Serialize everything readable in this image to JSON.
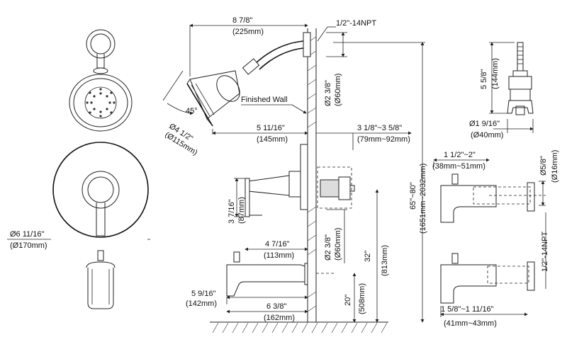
{
  "dimensions": {
    "shower_arm_reach": {
      "imperial": "8 7/8\"",
      "metric": "(225mm)"
    },
    "thread_top": "1/2\"-14NPT",
    "head_diameter": {
      "imperial": "Ø2 3/8\"",
      "metric": "(Ø60mm)"
    },
    "head_face": {
      "imperial": "Ø4 1/2\"",
      "metric": "(Ø115mm)"
    },
    "angle": "45°",
    "finished_wall": "Finished Wall",
    "handle_projection": {
      "imperial": "5 11/16\"",
      "metric": "(145mm)"
    },
    "wall_depth": {
      "imperial": "3 1/8\"~3 5/8\"",
      "metric": "(79mm~92mm)"
    },
    "cartridge_height": {
      "imperial": "5 5/8\"",
      "metric": "(144mm)"
    },
    "cartridge_diameter": {
      "imperial": "Ø1 9/16\"",
      "metric": "(Ø40mm)"
    },
    "spout_adjust": {
      "imperial": "1 1/2\"~2\"",
      "metric": "(38mm~51mm)"
    },
    "spout_pipe_dia": {
      "imperial": "Ø5/8\"",
      "metric": "(Ø16mm)"
    },
    "trim_diameter": {
      "imperial": "Ø6 11/16\"",
      "metric": "(Ø170mm)"
    },
    "handle_height": {
      "imperial": "3 7/16\"",
      "metric": "(87mm)"
    },
    "lever_projection": {
      "imperial": "4 7/16\"",
      "metric": "(113mm)"
    },
    "valve_dia": {
      "imperial": "Ø2 3/8\"",
      "metric": "(Ø60mm)"
    },
    "valve_height": {
      "imperial": "32\"",
      "metric": "(813mm)"
    },
    "head_height": {
      "imperial": "65\"~80\"",
      "metric": "(1651mm~2032mm)"
    },
    "spout_thread": "1/2\"-14NPT",
    "spout_projection_top": {
      "imperial": "5 9/16\"",
      "metric": "(142mm)"
    },
    "spout_projection_bottom": {
      "imperial": "6 3/8\"",
      "metric": "(162mm)"
    },
    "spout_height": {
      "imperial": "20\"",
      "metric": "(508mm)"
    },
    "spout_adjust_2": {
      "imperial": "1 5/8\"~1 11/16\"",
      "metric": "(41mm~43mm)"
    }
  }
}
